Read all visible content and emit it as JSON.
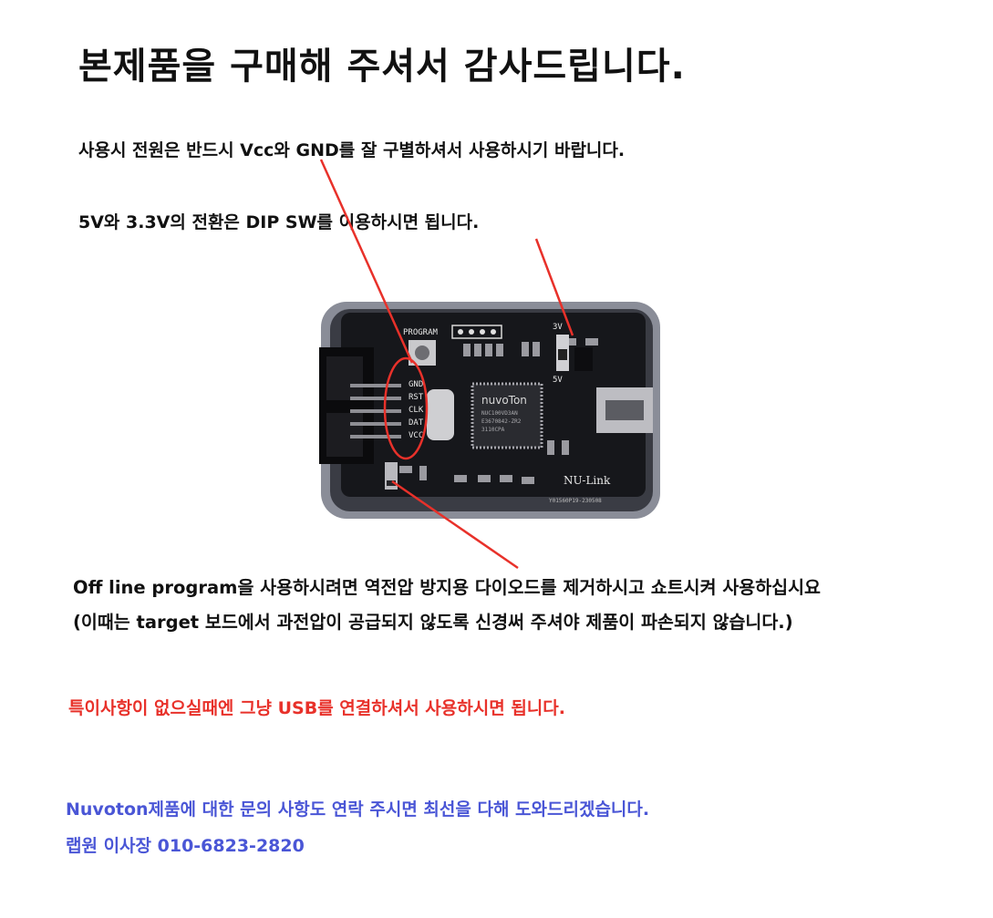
{
  "title": "본제품을 구매해 주셔서 감사드립니다.",
  "lines": {
    "power_note": "사용시 전원은 반드시 Vcc와 GND를 잘 구별하셔서 사용하시기 바랍니다.",
    "voltage_note": "5V와 3.3V의 전환은 DIP SW를 이용하시면 됩니다.",
    "offline_note": "Off line program을 사용하시려면 역전압 방지용 다이오드를 제거하시고 쇼트시켜 사용하십시요",
    "offline_caution": "(이때는 target 보드에서 과전압이 공급되지 않도록 신경써 주셔야 제품이 파손되지 않습니다.)",
    "usb_note": "특이사항이 없으실때엔 그냥 USB를 연결하셔서 사용하시면 됩니다.",
    "contact_note": "Nuvoton제품에 대한 문의 사항도 연락 주시면 최선을 다해 도와드리겠습니다.",
    "contact_info": "랩원 이사장 010-6823-2820"
  },
  "device": {
    "silk_program": "PROGRAM",
    "pins": [
      "GND",
      "RST",
      "CLK",
      "DAT",
      "VCC"
    ],
    "chip_brand": "nuvoTon",
    "chip_lines": [
      "NUC100VD3AN",
      "E3670842-ZR2",
      "3110CPA"
    ],
    "switch_top": "3V",
    "switch_bottom": "5V",
    "board_name": "NU-Link",
    "board_code": "Y01560P19-230508"
  },
  "colors": {
    "annotation_red": "#e8312a",
    "contact_blue": "#4a56d6"
  }
}
